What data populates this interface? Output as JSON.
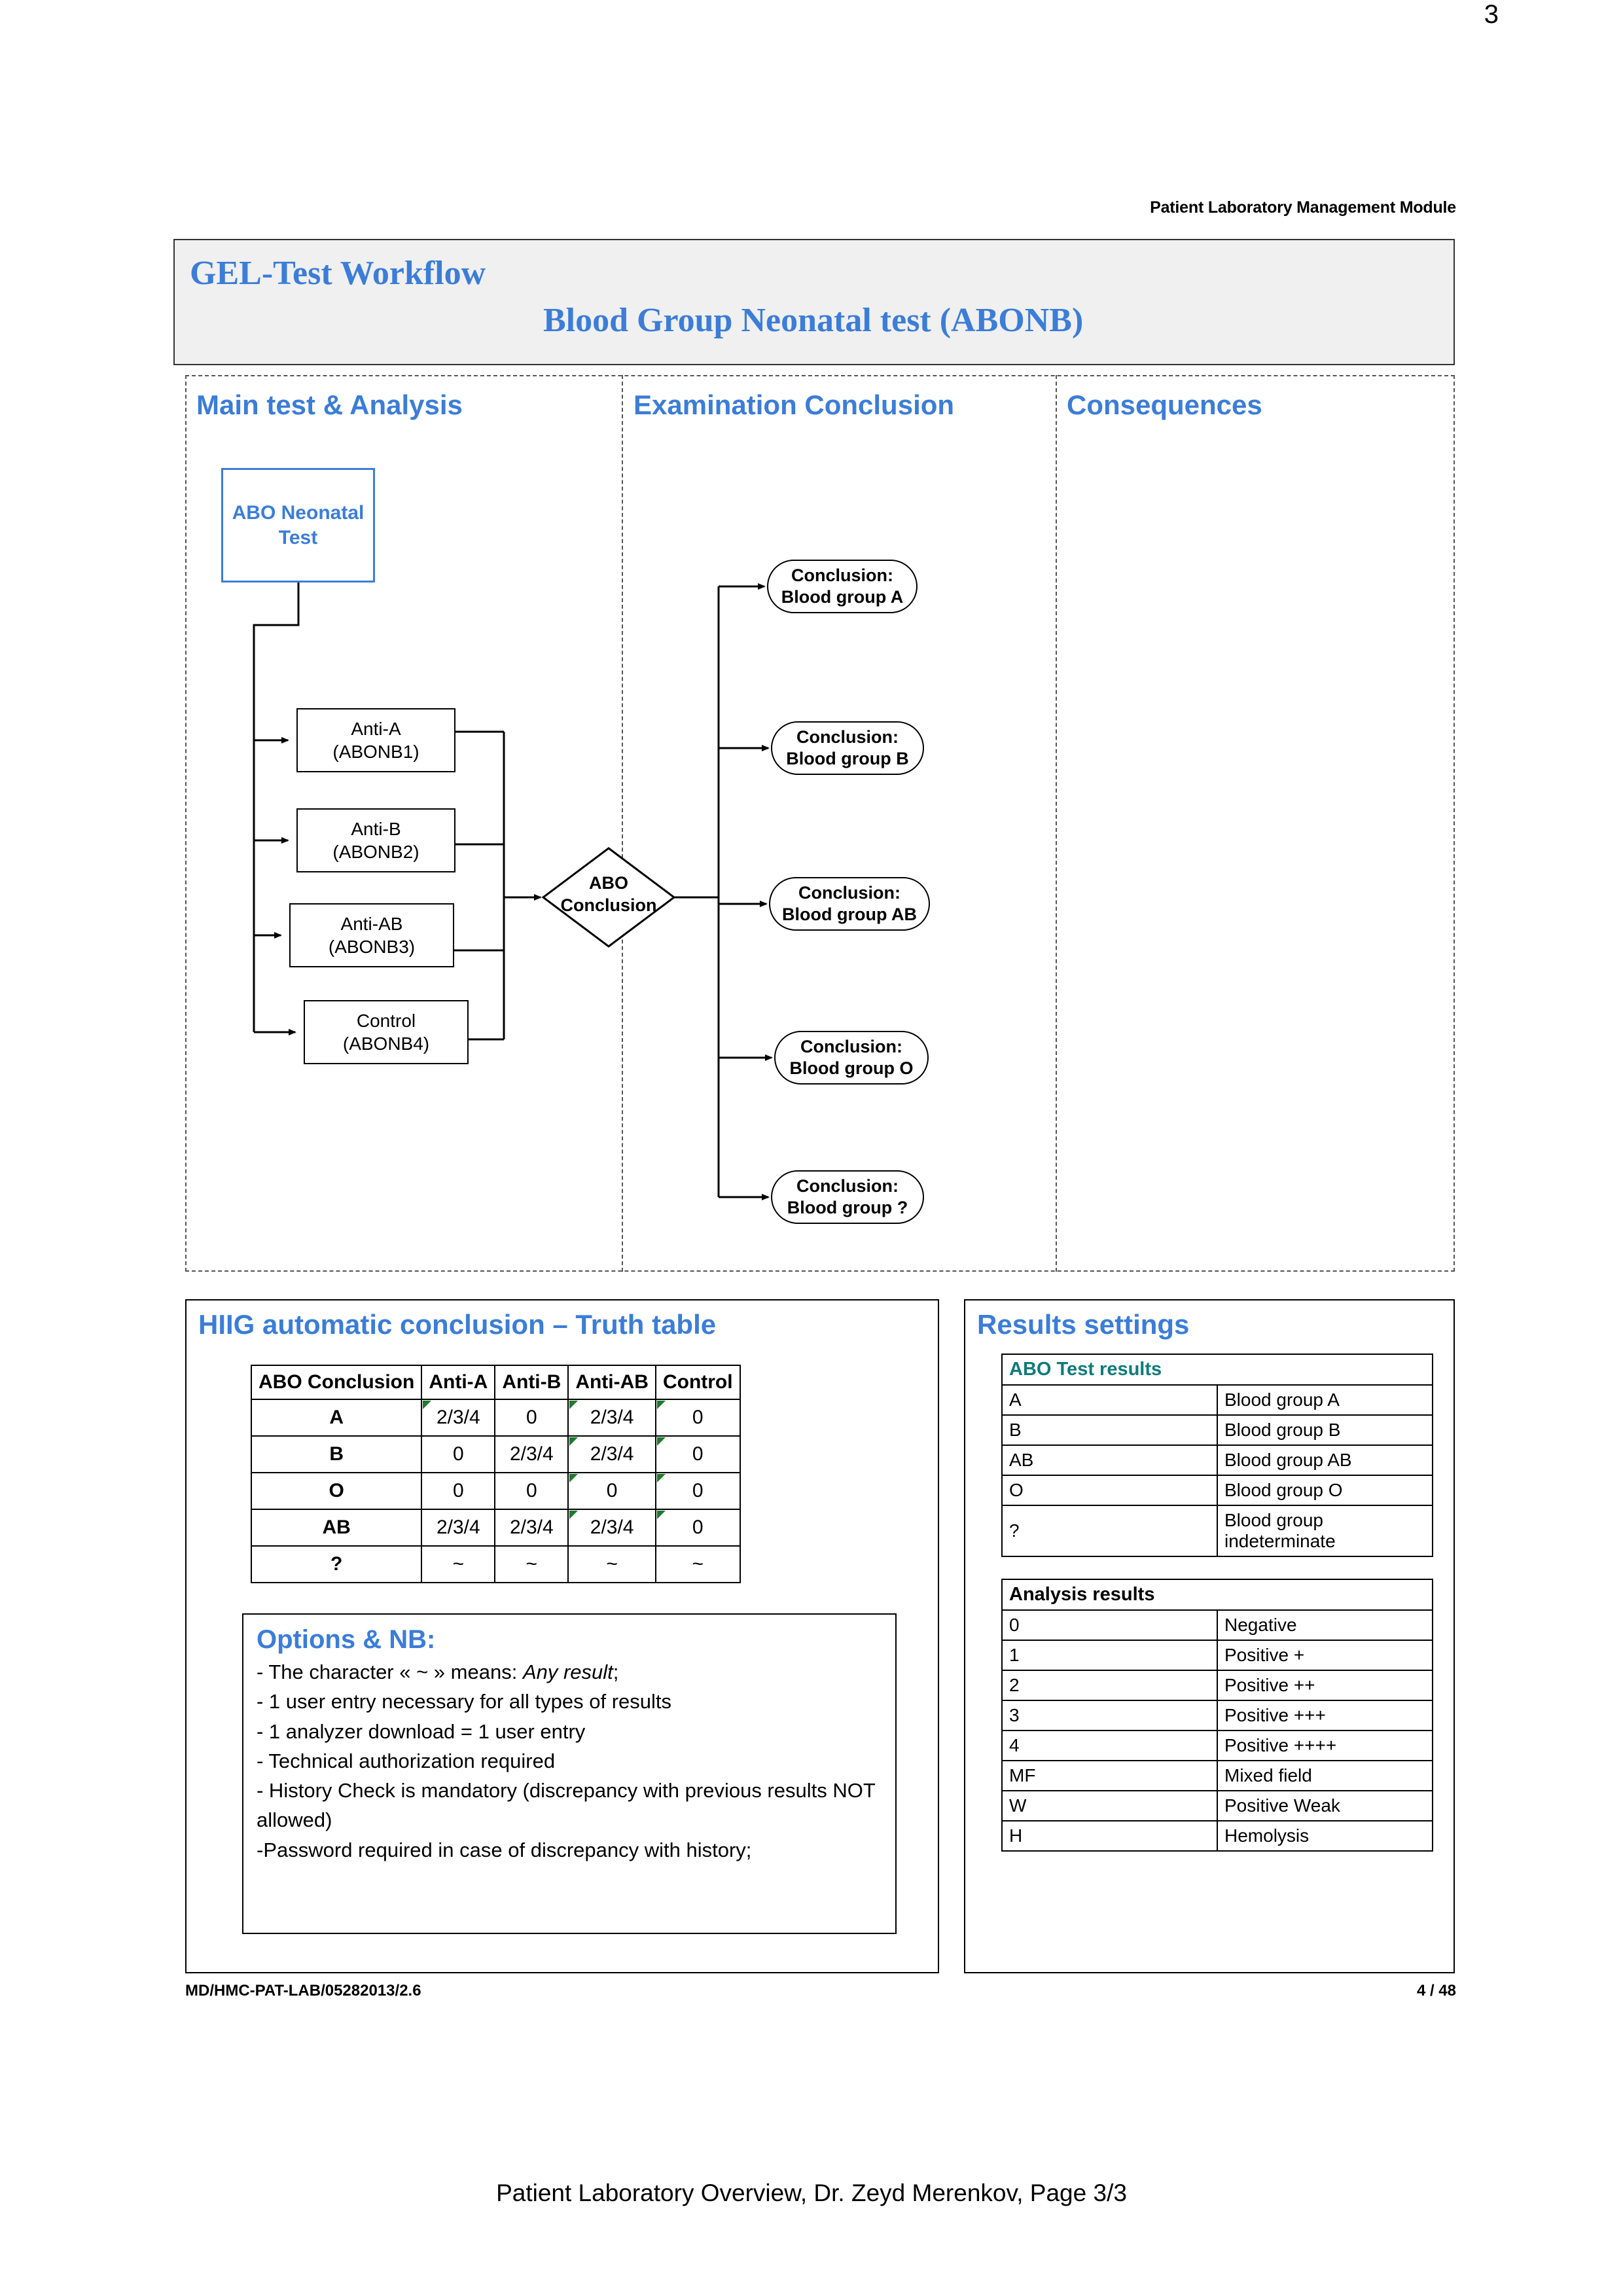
{
  "page": {
    "page_number": "3",
    "module_header": "Patient Laboratory Management Module",
    "doc_reference": "MD/HMC-PAT-LAB/05282013/2.6",
    "doc_page": "4 / 48",
    "footer": "Patient Laboratory Overview, Dr. Zeyd Merenkov, Page 3/3"
  },
  "title": {
    "line1": "GEL-Test Workflow",
    "line2": "Blood Group Neonatal test (ABONB)"
  },
  "lanes": [
    {
      "label": "Main test & Analysis"
    },
    {
      "label": "Examination Conclusion"
    },
    {
      "label": "Consequences"
    }
  ],
  "flow": {
    "start": "ABO Neonatal Test",
    "processes": [
      "Anti-A (ABONB1)",
      "Anti-B (ABONB2)",
      "Anti-AB (ABONB3)",
      "Control (ABONB4)"
    ],
    "process_lines": [
      [
        "Anti-A",
        "(ABONB1)"
      ],
      [
        "Anti-B",
        "(ABONB2)"
      ],
      [
        "Anti-AB",
        "(ABONB3)"
      ],
      [
        "Control",
        "(ABONB4)"
      ]
    ],
    "decision": "ABO Conclusion",
    "decision_lines": [
      "ABO",
      "Conclusion"
    ],
    "conclusions": [
      {
        "l1": "Conclusion:",
        "l2": "Blood group A"
      },
      {
        "l1": "Conclusion:",
        "l2": "Blood group B"
      },
      {
        "l1": "Conclusion:",
        "l2": "Blood group AB"
      },
      {
        "l1": "Conclusion:",
        "l2": "Blood group O"
      },
      {
        "l1": "Conclusion:",
        "l2": "Blood group ?"
      }
    ]
  },
  "truth_panel": {
    "title": "HIIG automatic conclusion – Truth table",
    "table": {
      "headers": [
        "ABO Conclusion",
        "Anti-A",
        "Anti-B",
        "Anti-AB",
        "Control"
      ],
      "rows": [
        {
          "conclusion": "A",
          "anti_a": "2/3/4",
          "anti_b": "0",
          "anti_ab": "2/3/4",
          "control": "0",
          "marks": {
            "anti_a": true,
            "anti_b": false,
            "anti_ab": true,
            "control": true
          }
        },
        {
          "conclusion": "B",
          "anti_a": "0",
          "anti_b": "2/3/4",
          "anti_ab": "2/3/4",
          "control": "0",
          "marks": {
            "anti_a": false,
            "anti_b": false,
            "anti_ab": true,
            "control": true
          }
        },
        {
          "conclusion": "O",
          "anti_a": "0",
          "anti_b": "0",
          "anti_ab": "0",
          "control": "0",
          "marks": {
            "anti_a": false,
            "anti_b": false,
            "anti_ab": true,
            "control": true
          }
        },
        {
          "conclusion": "AB",
          "anti_a": "2/3/4",
          "anti_b": "2/3/4",
          "anti_ab": "2/3/4",
          "control": "0",
          "marks": {
            "anti_a": false,
            "anti_b": false,
            "anti_ab": true,
            "control": true
          }
        },
        {
          "conclusion": "?",
          "anti_a": "~",
          "anti_b": "~",
          "anti_ab": "~",
          "control": "~",
          "marks": {
            "anti_a": false,
            "anti_b": false,
            "anti_ab": false,
            "control": false
          }
        }
      ]
    }
  },
  "options": {
    "title": "Options & NB:",
    "lines": [
      "- The character « ~ » means: Any result;",
      "- 1 user entry necessary for all types of results",
      "- 1 analyzer download = 1 user entry",
      "- Technical authorization required",
      "- History Check is mandatory (discrepancy with previous results NOT allowed)",
      "-Password required in case of discrepancy with history;"
    ],
    "line1_prefix": "- The character « ~ » means: ",
    "line1_italic": "Any result",
    "line1_suffix": ";"
  },
  "results_panel": {
    "title": "Results settings",
    "abo_test_results": {
      "header": "ABO Test results",
      "header_color": "#0f7b79",
      "rows": [
        {
          "code": "A",
          "label": "Blood group A"
        },
        {
          "code": "B",
          "label": "Blood group B"
        },
        {
          "code": "AB",
          "label": "Blood group AB"
        },
        {
          "code": "O",
          "label": "Blood group O"
        },
        {
          "code": "?",
          "label": "Blood group indeterminate"
        }
      ]
    },
    "analysis_results": {
      "header": "Analysis results",
      "rows": [
        {
          "code": "0",
          "label": "Negative"
        },
        {
          "code": "1",
          "label": "Positive +"
        },
        {
          "code": "2",
          "label": "Positive ++"
        },
        {
          "code": "3",
          "label": "Positive +++"
        },
        {
          "code": "4",
          "label": "Positive ++++"
        },
        {
          "code": "MF",
          "label": "Mixed field"
        },
        {
          "code": "W",
          "label": "Positive Weak"
        },
        {
          "code": "H",
          "label": "Hemolysis"
        }
      ]
    }
  },
  "colors": {
    "accent_blue": "#3b7dd8",
    "teal": "#0f7b79",
    "green_marker": "#1e7a2e",
    "title_bg": "#f0f0f0"
  }
}
